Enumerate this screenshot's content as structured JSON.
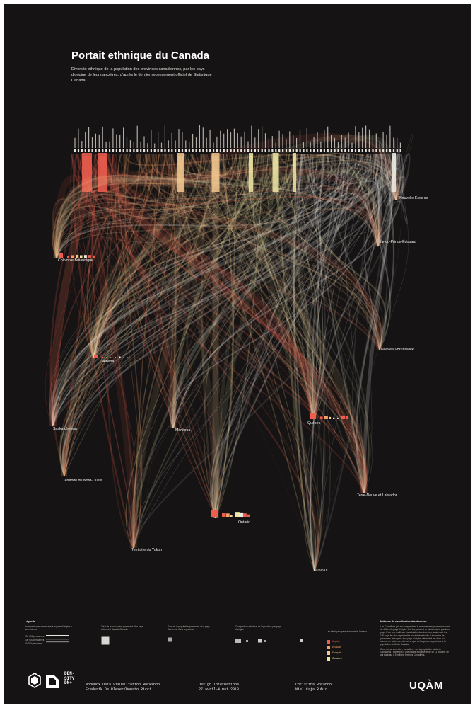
{
  "title": "Portait ethnique du Canada",
  "subtitle": "Diversité ethnique de la population des provinces canadiennes, par les pays d’origine de leurs ancêtres, d’après le dernier recensement officiel de Statistique Canada.",
  "provinces": {
    "cb": "Colombie-Britannique",
    "ab": "Alberta",
    "sk": "Saskatchewan",
    "mb": "Manitoba",
    "on": "Ontario",
    "qc": "Québec",
    "nb": "Nouveau-Brunswick",
    "ns": "Nouvelle-Écos se",
    "pe": "Île-du-Prince-Édouard",
    "nl": "Terre-Neuve et Labrador",
    "nt": "Territoire du Nord-Ouest",
    "yt": "Territoire du Yukon",
    "nu": "Nunavut"
  },
  "colors": {
    "background": "#151313",
    "red": "#ee5e4f",
    "orange": "#f4a26a",
    "peach": "#f3c88f",
    "yellow": "#f0e6a6",
    "white": "#ecebe6"
  },
  "legend": {
    "heading": "Légende",
    "col1": "Nombre de personnes ayant le pays d’origine à sa présence",
    "col1_rows": [
      "200 000 personnes",
      "100 000 personnes",
      "50 000 personnes"
    ],
    "col2": "Total de la population provenant d’un pays déterminé dans le Canada",
    "col3": "Total de la population provenant d’un pays déterminé dans la province",
    "col4": "Composition ethnique de la province par pays d’origine",
    "col5": "Les ethniques pays dominant le Canada",
    "swatches": [
      "Anglais",
      "Écossais",
      "Français",
      "Canadien"
    ],
    "method_heading": "Méthode de visualisation des données",
    "method_text": "Les Canadiens pris en compte dans le recensement, peuvent provenir de différents pays d’origine tels les, peuvent se classer dans plusieurs pays. Pour une meilleure visualisation des données, seulement les 100 pays les plus représentés ont été répertoriés. Le nombre de personnes renvoyées à un pays d’origine déterminé est donc à la somme de toutes ces données, quoi de largement supérieure à la population réelle du Canada.",
    "method_text2": "Ceux qui se sont dits « canadien » ont la population totale de Canadiens ; il relèvent d’une origine ethnique et de ce 11 millions, ce qui équivaut à 5 millions femmes Canadiens."
  },
  "credits": {
    "workshop": "NodeBox Data Visualization Workshop\nFrederik De Bleser/Donato Ricci",
    "event": "Design International\n27 avril–4 mai 2013",
    "authors": "Christina Boranno\nNiel Caja Rubio",
    "university": "UQÀM",
    "density": "DEN-\nSITY\nDN+"
  }
}
